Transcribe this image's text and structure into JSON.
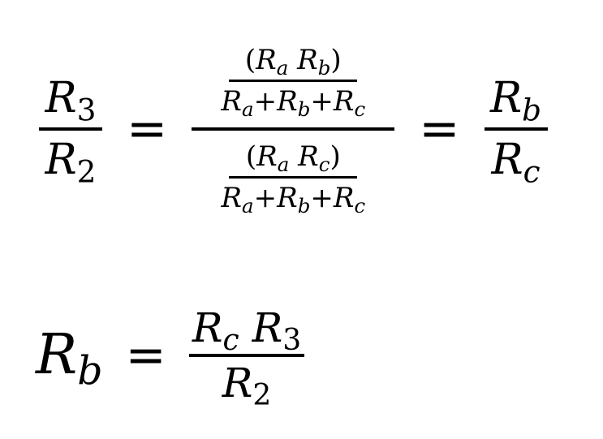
{
  "equation1": {
    "lhs_numerator": "R3",
    "lhs_denominator": "R2",
    "equals": "=",
    "middle_numerator": {
      "numerator": "(RaRb)",
      "denominator": "Ra+Rb+Rc"
    },
    "middle_denominator": {
      "numerator": "(RaRc)",
      "denominator": "Ra+Rb+Rc"
    },
    "rhs_numerator": "Rb",
    "rhs_denominator": "Rc"
  },
  "equation2": {
    "lhs": "Rb",
    "equals": "=",
    "numerator": "RcR3",
    "denominator": "R2"
  }
}
